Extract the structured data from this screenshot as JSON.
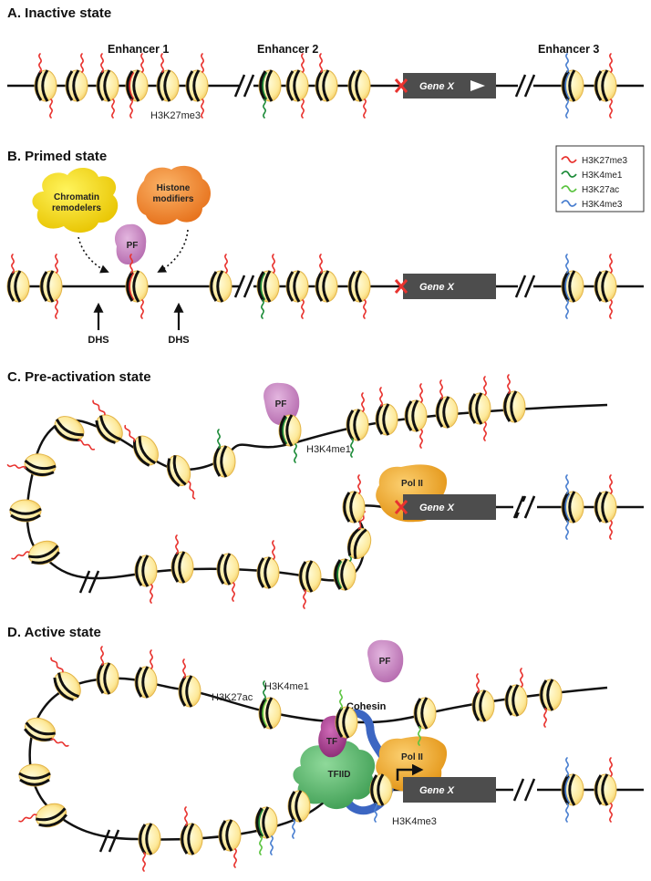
{
  "panels": {
    "a": {
      "title": "A. Inactive state",
      "enhancer1": "Enhancer 1",
      "enhancer2": "Enhancer 2",
      "enhancer3": "Enhancer 3",
      "mark_label": "H3K27me3",
      "gene": "Gene X"
    },
    "b": {
      "title": "B. Primed state",
      "remodelers_line1": "Chromatin",
      "remodelers_line2": "remodelers",
      "modifiers_line1": "Histone",
      "modifiers_line2": "modifiers",
      "pf": "PF",
      "dhs": "DHS",
      "gene": "Gene X"
    },
    "c": {
      "title": "C. Pre-activation state",
      "pf": "PF",
      "mark_label": "H3K4me1",
      "pol2": "Pol II",
      "gene": "Gene X"
    },
    "d": {
      "title": "D. Active state",
      "pf": "PF",
      "k27ac": "H3K27ac",
      "k4me1": "H3K4me1",
      "cohesin": "Cohesin",
      "tf": "TF",
      "tfiid": "TFIID",
      "pol2": "Pol II",
      "gene": "Gene X",
      "k4me3": "H3K4me3"
    }
  },
  "legend": {
    "items": [
      {
        "label": "H3K27me3",
        "color": "#e8332f"
      },
      {
        "label": "H3K4me1",
        "color": "#1e8c3a"
      },
      {
        "label": "H3K27ac",
        "color": "#5cc441"
      },
      {
        "label": "H3K4me3",
        "color": "#4a7fd0"
      }
    ]
  },
  "colors": {
    "nucleosome": "#fde99a",
    "nucleosome_edge": "#e3b548",
    "dna": "#111111",
    "gene_box": "#4d4d4d",
    "blocked_x": "#e8332f",
    "pf": "#c785c1",
    "remodelers": "#f3d61a",
    "modifiers": "#f08a2c",
    "pol2": "#f0a623",
    "tf": "#a63a8e",
    "tfiid": "#5bb86b",
    "cohesin": "#3c66c2"
  }
}
